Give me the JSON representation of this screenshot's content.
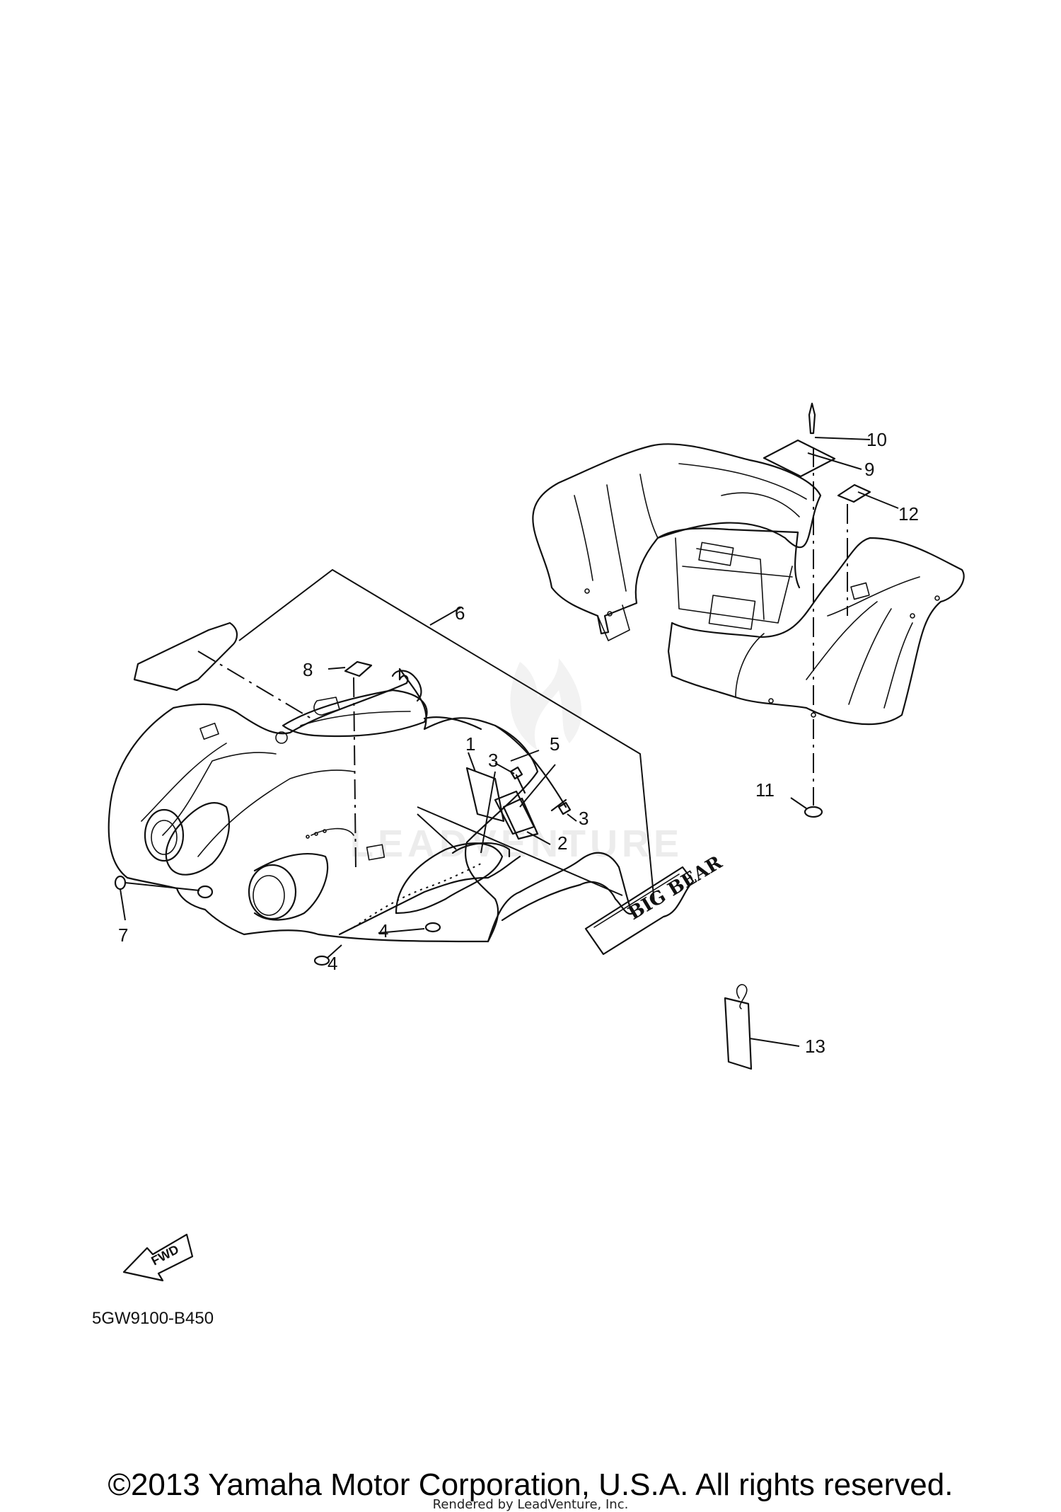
{
  "diagram": {
    "callouts": [
      "1",
      "2",
      "3",
      "3",
      "4",
      "4",
      "5",
      "6",
      "7",
      "8",
      "9",
      "10",
      "11",
      "12",
      "13"
    ],
    "fwd_label": "FWD",
    "decal_text": "BIG BEAR",
    "part_code": "5GW9100-B450",
    "watermark": "LEADVENTURE"
  },
  "footer": {
    "copyright": "©2013 Yamaha Motor Corporation, U.S.A. All rights reserved.",
    "rendered_by": "Rendered by LeadVenture, Inc."
  }
}
